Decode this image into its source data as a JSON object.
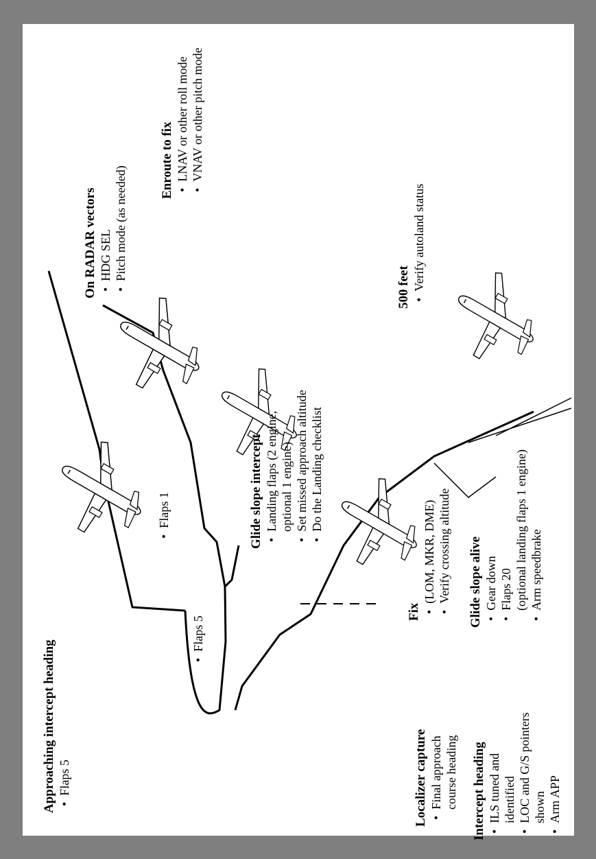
{
  "colors": {
    "frame": "#7f7f7f",
    "page": "#ffffff",
    "ink": "#000000"
  },
  "icons": [
    "airplane-icon"
  ],
  "labels": {
    "approaching": {
      "title": "Approaching intercept heading",
      "items": [
        "Flaps 5"
      ]
    },
    "radar": {
      "title": "On RADAR vectors",
      "items": [
        "HDG SEL",
        "Pitch mode (as needed)"
      ]
    },
    "enroute": {
      "title": "Enroute to fix",
      "items": [
        "LNAV or other roll mode",
        "VNAV or other pitch mode"
      ]
    },
    "flaps1": "Flaps 1",
    "flaps5": "Flaps 5",
    "localizer": {
      "title": "Localizer capture",
      "items": [
        "Final approach",
        "course heading"
      ]
    },
    "intercept": {
      "title": "Intercept heading",
      "items": [
        "ILS tuned and",
        "identified",
        "LOC and G/S pointers",
        "shown",
        "Arm APP"
      ]
    },
    "fix": {
      "title": "Fix",
      "items": [
        "(LOM, MKR, DME)",
        "Verify crossing altitude"
      ]
    },
    "gsalive": {
      "title": "Glide slope alive",
      "items": [
        "Gear down",
        "Flaps 20",
        "(optional landing flaps 1 engine)",
        "Arm speedbrake"
      ]
    },
    "gsintercept": {
      "title": "Glide slope intercept",
      "items": [
        "Landing flaps (2 engine,",
        "optional 1 engine)",
        "Set missed approach altitude",
        "Do the Landing checklist"
      ]
    },
    "feet500": {
      "title": "500 feet",
      "items": [
        "Verify autoland status"
      ]
    }
  }
}
